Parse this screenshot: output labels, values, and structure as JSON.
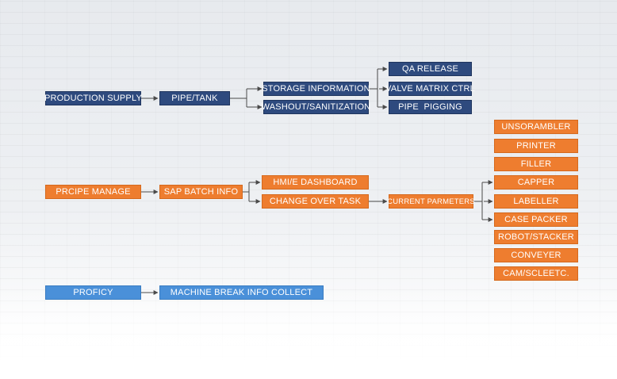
{
  "row1": {
    "production_supply": "PRODUCTION SUPPLY",
    "pipe_tank": "PIPE/TANK",
    "storage_information": "STORAGE INFORMATION",
    "washout_sanitization": "WASHOUT/SANITIZATION",
    "qa_release": "QA RELEASE",
    "valve_matrix_ctrl": "VALVE MATRIX CTRL",
    "pipe_pigging": "PIPE  PIGGING"
  },
  "row2": {
    "recipe_manage": "PRCIPE MANAGE",
    "sap_batch_info": "SAP BATCH INFO",
    "hmi_dashboard": "HMI/E DASHBOARD",
    "change_over_task": "CHANGE OVER TASK",
    "current_parameters": "CURRENT PARMETERS",
    "machines": [
      "UNSORAMBLER",
      "PRINTER",
      "FILLER",
      "CAPPER",
      "LABELLER",
      "CASE PACKER",
      "ROBOT/STACKER",
      "CONVEYER",
      "CAM/SCLEETC."
    ]
  },
  "row3": {
    "proficy": "PROFICY",
    "machine_break_info": "MACHINE BREAK INFO COLLECT"
  },
  "colors": {
    "navy": "#2e4a7e",
    "orange": "#ee7d2f",
    "blue": "#4a90d9",
    "line": "#4a4a4a"
  }
}
